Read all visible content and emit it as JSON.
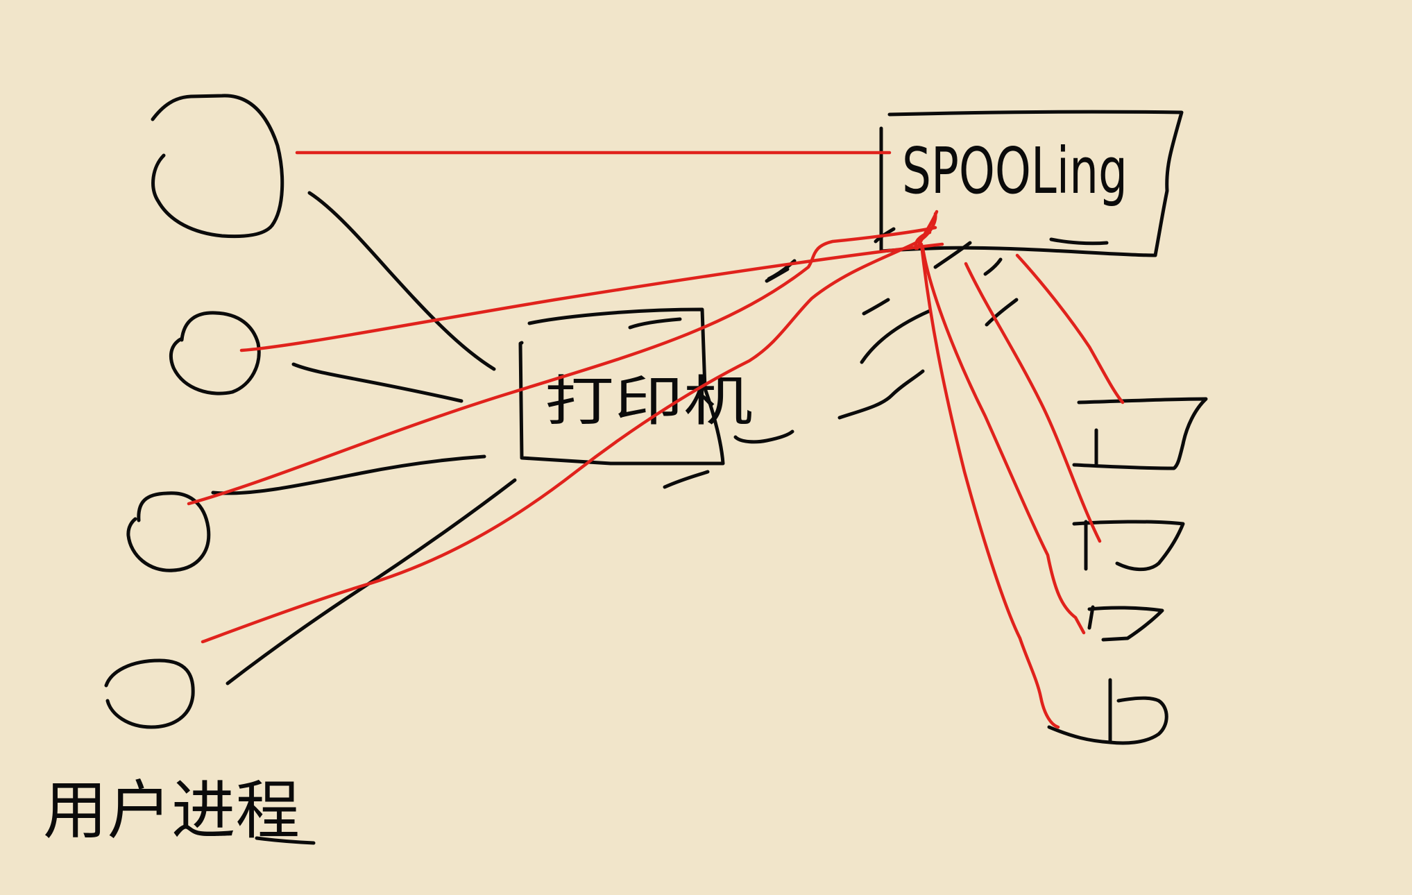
{
  "diagram": {
    "spooling_label": "SPOOLing",
    "printer_label": "打印机",
    "user_process_label": "用户进程",
    "colors": {
      "background": "#f1e5ca",
      "ink": "#0b0b0b",
      "connection": "#e0221c"
    }
  }
}
